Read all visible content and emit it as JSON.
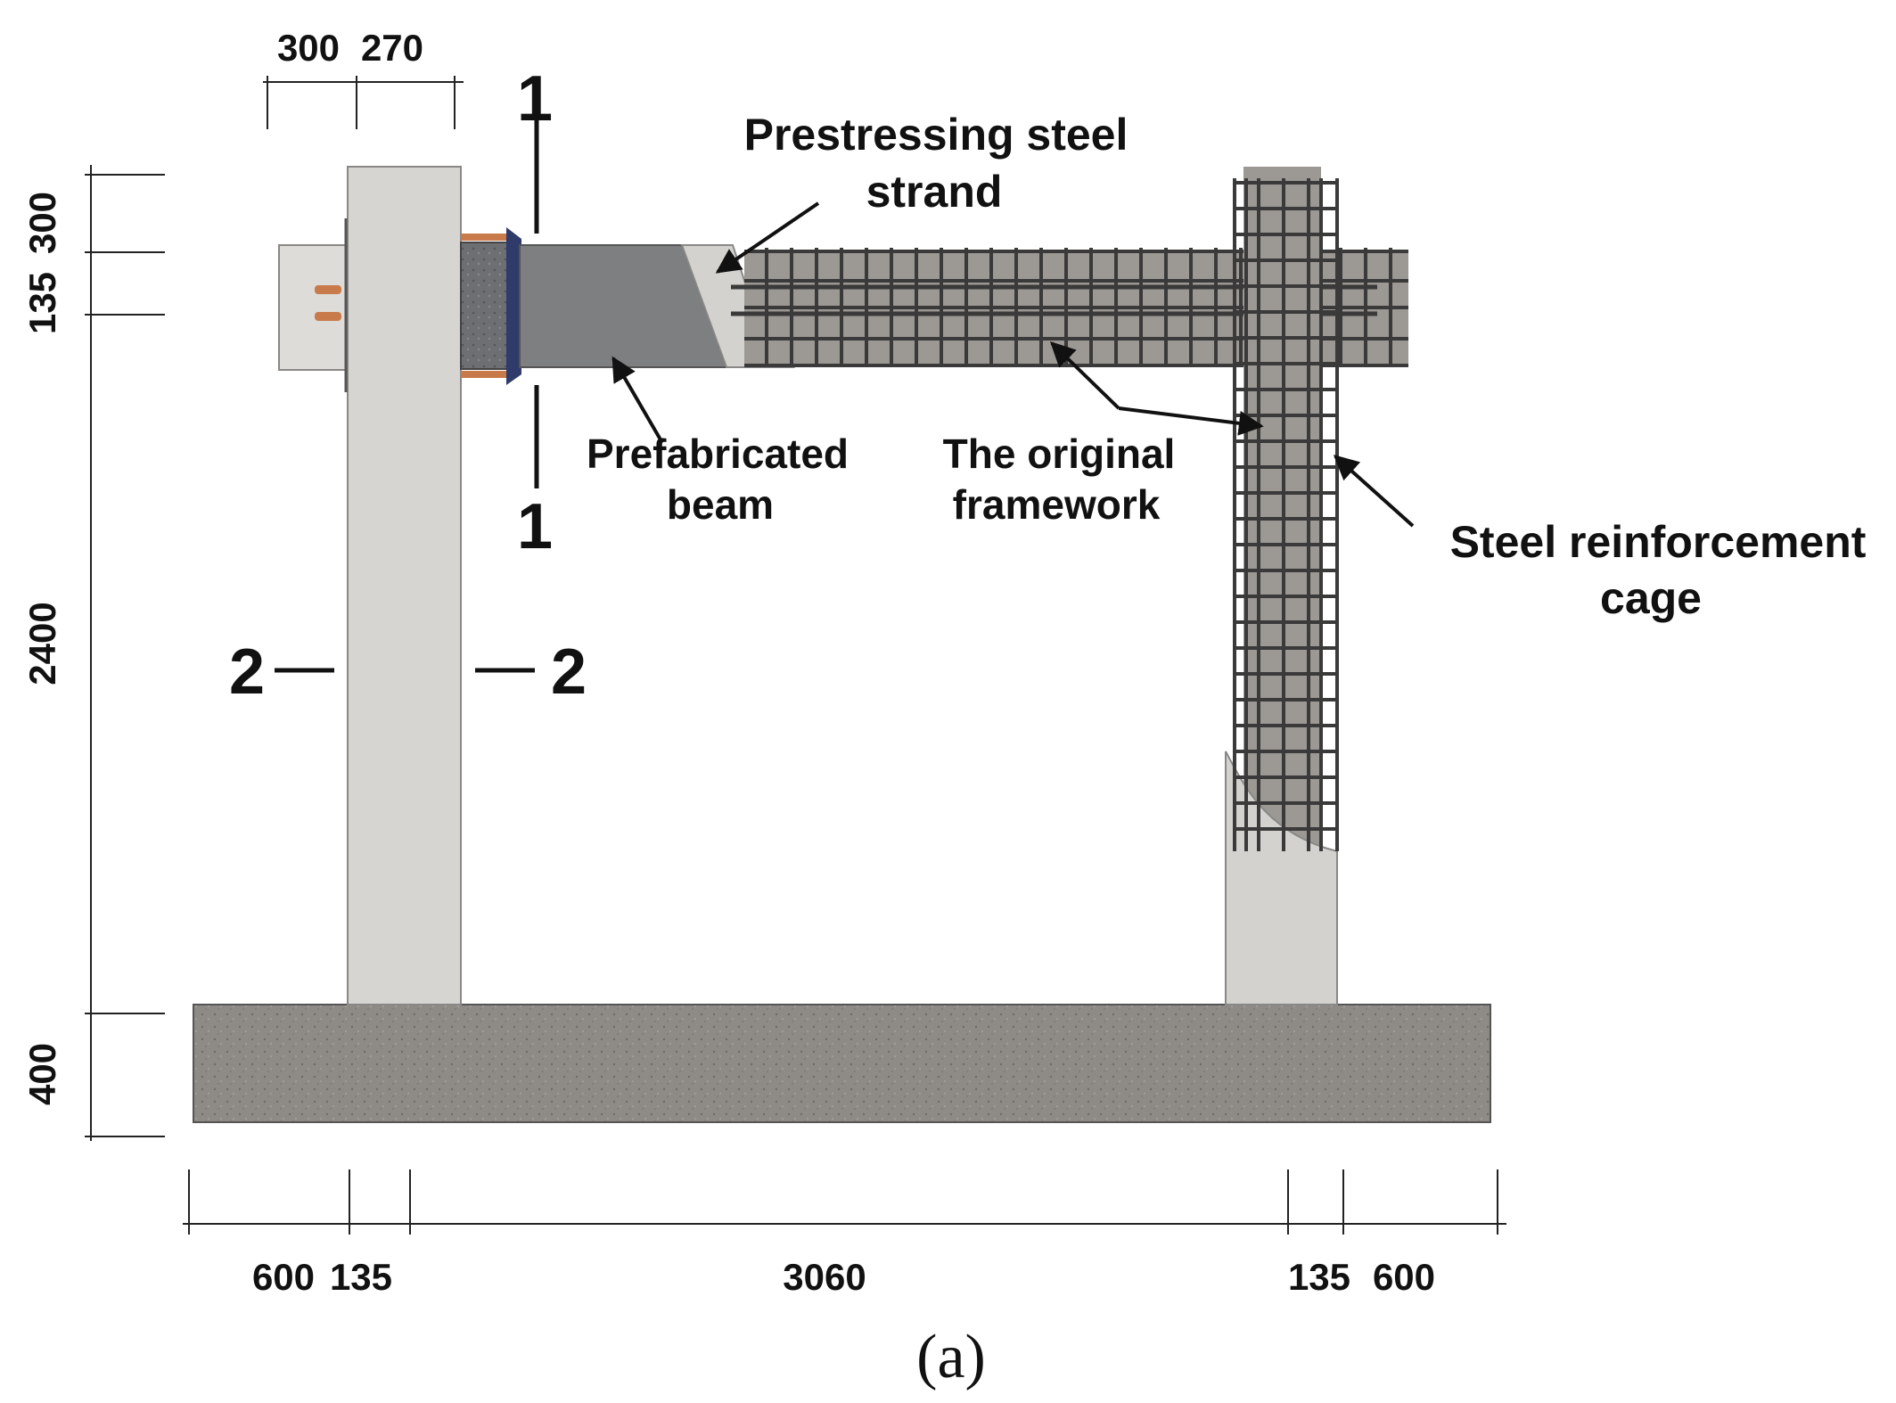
{
  "dims": {
    "top": [
      "300",
      "270"
    ],
    "left": [
      "300",
      "135",
      "2400",
      "400"
    ],
    "bottom": [
      "600",
      "135",
      "3060",
      "135",
      "600"
    ]
  },
  "sections": {
    "s1_top": "1",
    "s1_bottom": "1",
    "s2_left": "2",
    "s2_right": "2"
  },
  "labels": {
    "strand_l1": "Prestressing steel",
    "strand_l2": "strand",
    "beam_l1": "Prefabricated",
    "beam_l2": "beam",
    "frame_l1": "The original",
    "frame_l2": "framework",
    "cage_l1": "Steel reinforcement",
    "cage_l2": "cage"
  },
  "caption": "(a)",
  "colors": {
    "concrete_dark": "#8f8b87",
    "concrete_light": "#d4d2ce",
    "beam_grey": "#7d7f80",
    "rebar": "#3a3a3a",
    "connector": "#c87a4a"
  }
}
